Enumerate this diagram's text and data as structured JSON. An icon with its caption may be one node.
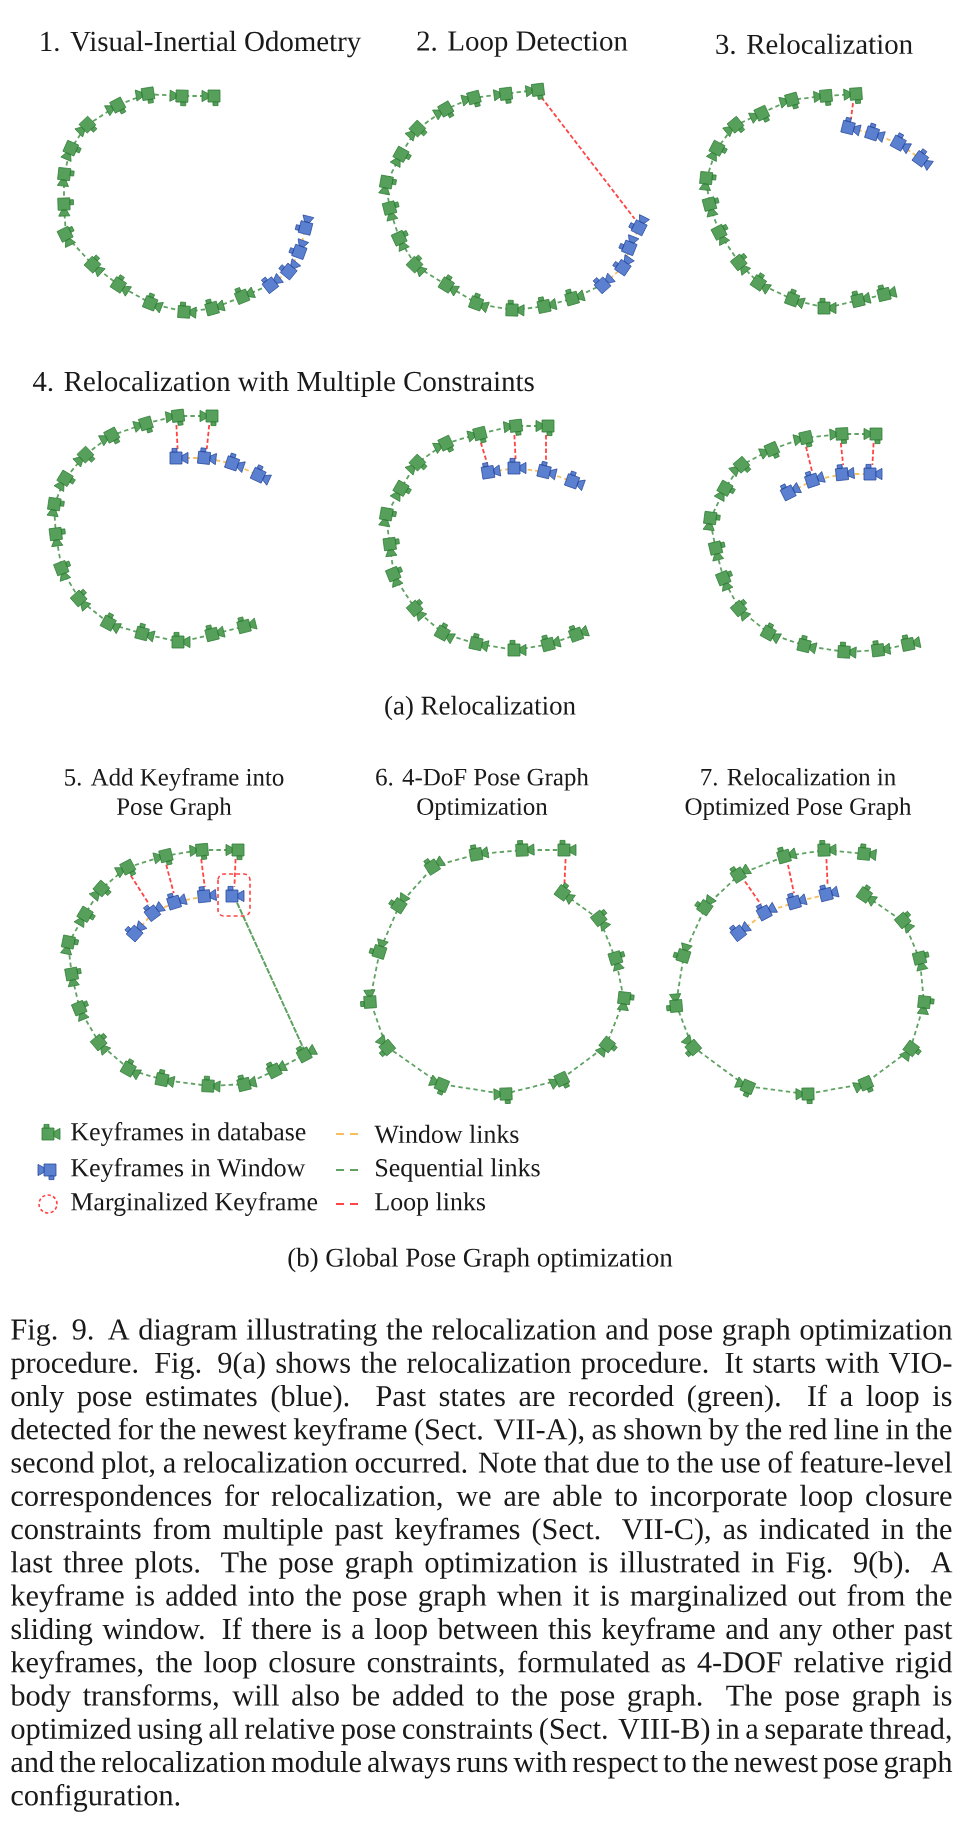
{
  "diagram": {
    "caption": "Fig. 9. A diagram illustrating the relocalization and pose graph optimization procedure. Fig. 9(a) shows the relocalization procedure. It starts with VIO-only pose estimates (blue). Past states are recorded (green). If a loop is detected for the newest keyframe (Sect. VII-A), as shown by the red line in the second plot, a relocalization occurred. Note that due to the use of feature-level correspondences for relocalization, we are able to incorporate loop closure constraints from multiple past keyframes (Sect. VII-C), as indicated in the last three plots. The pose graph optimization is illustrated in Fig. 9(b). A keyframe is added into the pose graph when it is marginalized out from the sliding window. If there is a loop between this keyframe and any other past keyframes, the loop closure constraints, formulated as 4-DOF relative rigid body transforms, will also be added to the pose graph. The pose graph is optimized using all relative pose constraints (Sect. VIII-B) in a separate thread, and the relocalization module always runs with respect to the newest pose graph configuration.",
    "labels": [
      "1. Visual-Inertial Odometry",
      "2. Loop Detection",
      "3. Relocalization",
      "4. Relocalization with Multiple Constraints",
      "(a) Relocalization",
      "5. Add Keyframe into Pose Graph",
      "6. 4-DoF Pose Graph Optimization",
      "7. Relocalization in Optimized Pose Graph",
      "(b) Global Pose Graph optimization"
    ],
    "legend": [
      {
        "text": "Keyframes in database"
      },
      {
        "text": "Keyframes in Window"
      },
      {
        "text": "Marginalized Keyframe"
      },
      {
        "text": "Window links"
      },
      {
        "text": "Sequential links"
      },
      {
        "text": "Loop links"
      }
    ]
  }
}
